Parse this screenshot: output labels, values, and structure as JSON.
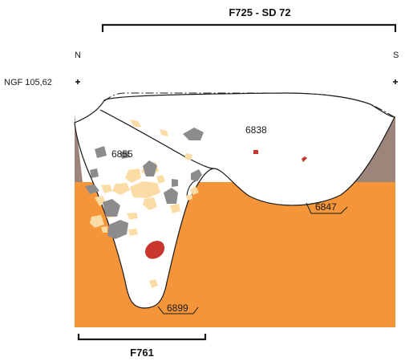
{
  "section": {
    "title": "F725 - SD 72",
    "bottom_label": "F761",
    "orientation": {
      "left": "N",
      "right": "S"
    },
    "datum_label": "NGF 105,62"
  },
  "units": {
    "fill_upper": "6838",
    "fill_lower": "6855",
    "cut_right": "6847",
    "cut_left": "6899"
  },
  "colors": {
    "natural_orange": "#F4953A",
    "topsoil_brown": "#9C857A",
    "stone_grey": "#8C8C8E",
    "inclusion_cream": "#FCDCA5",
    "tile_red": "#C8362D",
    "outline": "#1a1a1a"
  }
}
